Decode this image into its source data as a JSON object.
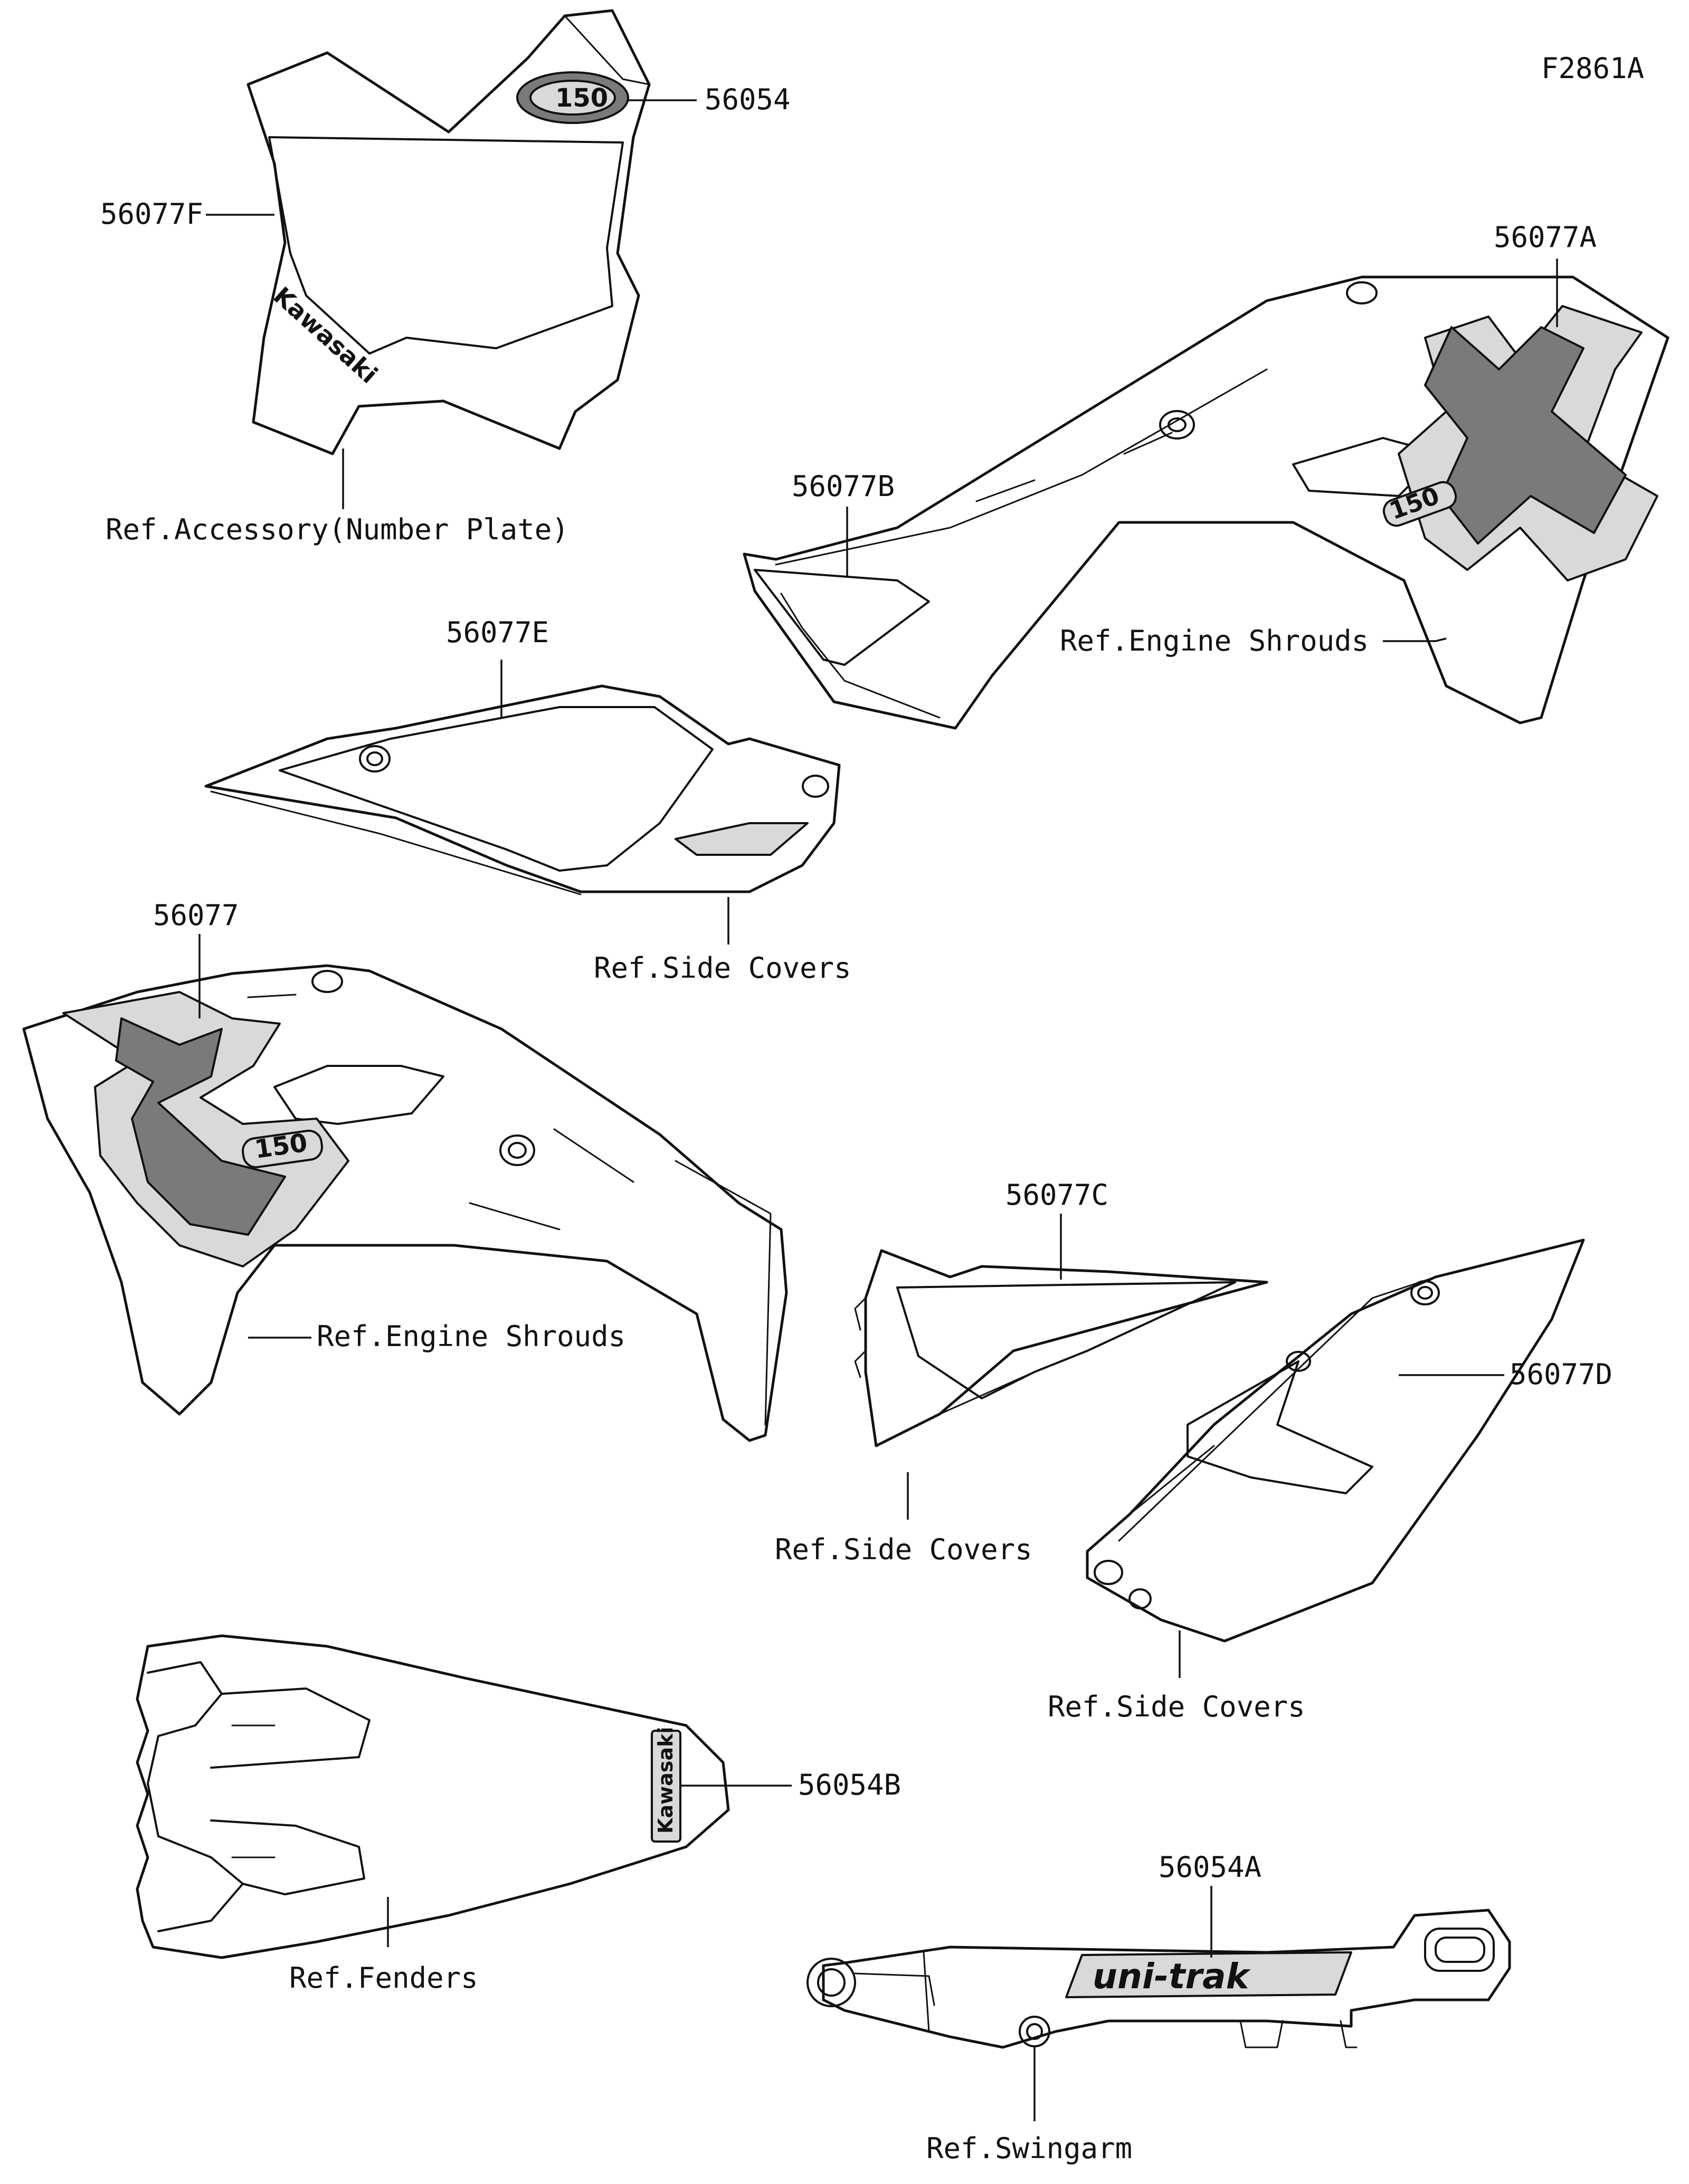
{
  "diagram_code": "F2861A",
  "callouts": {
    "p56054": "56054",
    "p56077F": "56077F",
    "p56077A": "56077A",
    "p56077B": "56077B",
    "p56077E": "56077E",
    "p56077": "56077",
    "p56077C": "56077C",
    "p56077D": "56077D",
    "p56054B": "56054B",
    "p56054A": "56054A"
  },
  "references": {
    "number_plate": "Ref.Accessory(Number Plate)",
    "engine_shrouds_right": "Ref.Engine Shrouds",
    "side_covers_upper": "Ref.Side Covers",
    "engine_shrouds_left": "Ref.Engine Shrouds",
    "side_covers_left": "Ref.Side Covers",
    "side_covers_right": "Ref.Side Covers",
    "fenders": "Ref.Fenders",
    "swingarm": "Ref.Swingarm"
  },
  "decal_text": {
    "brand": "Kawasaki",
    "model_badge": "150",
    "swingarm_logo": "uni-trak"
  },
  "colors": {
    "line": "#111111",
    "background": "#ffffff",
    "decal_fill": "#d9d9d9"
  }
}
